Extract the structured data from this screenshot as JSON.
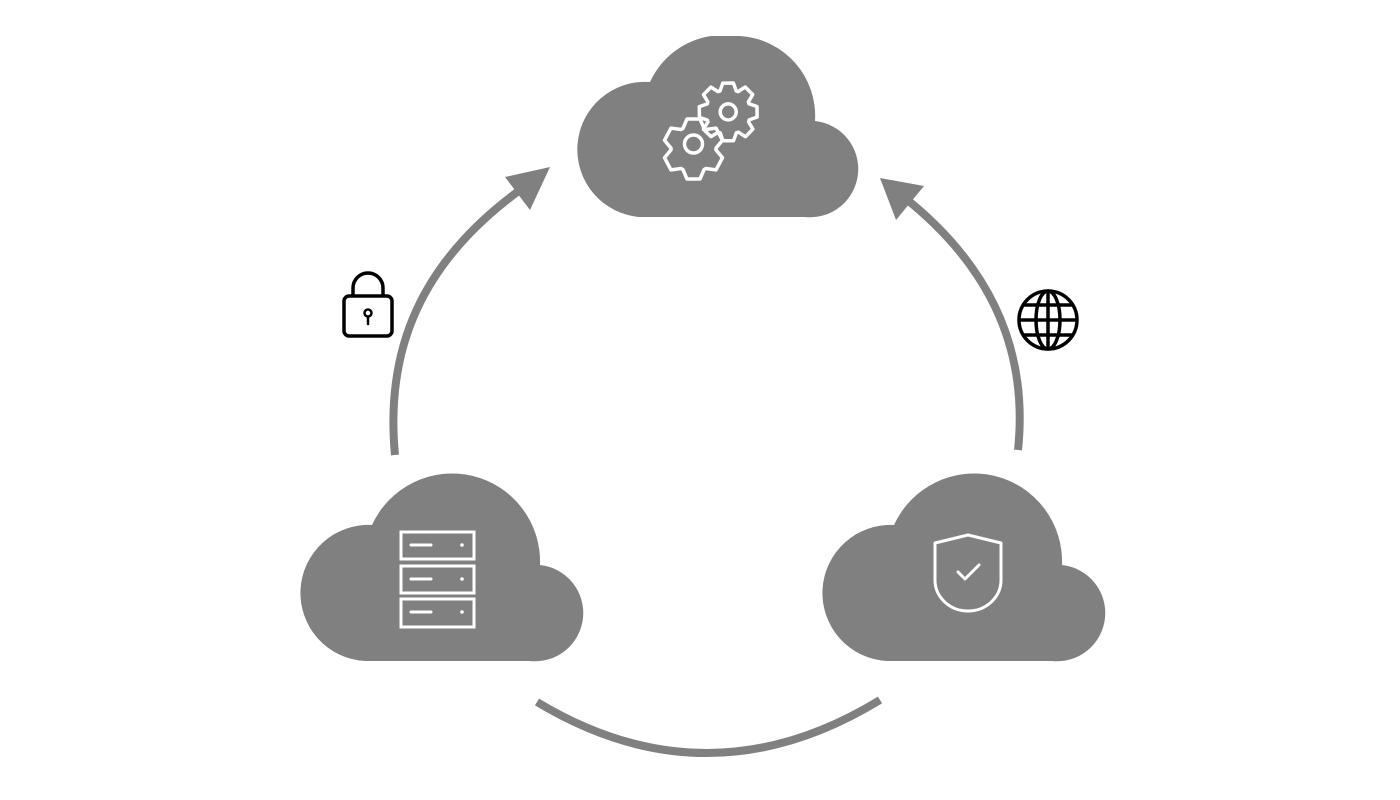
{
  "diagram": {
    "colors": {
      "background": "#ffffff",
      "cloud_fill": "#808080",
      "connector": "#808080",
      "icon_inside": "#ffffff",
      "icon_outside": "#000000"
    },
    "nodes": [
      {
        "id": "processing-cloud",
        "icon": "gears-icon"
      },
      {
        "id": "server-cloud",
        "icon": "server-rack-icon"
      },
      {
        "id": "security-cloud",
        "icon": "shield-check-icon"
      }
    ],
    "connectors": [
      {
        "id": "server-to-processing",
        "from": "server-cloud",
        "to": "processing-cloud",
        "arrow": true,
        "label_icon": "padlock-icon"
      },
      {
        "id": "security-to-processing",
        "from": "security-cloud",
        "to": "processing-cloud",
        "arrow": true,
        "label_icon": "globe-icon"
      },
      {
        "id": "server-security-link",
        "from": "server-cloud",
        "to": "security-cloud",
        "arrow": false,
        "label_icon": ""
      }
    ]
  }
}
